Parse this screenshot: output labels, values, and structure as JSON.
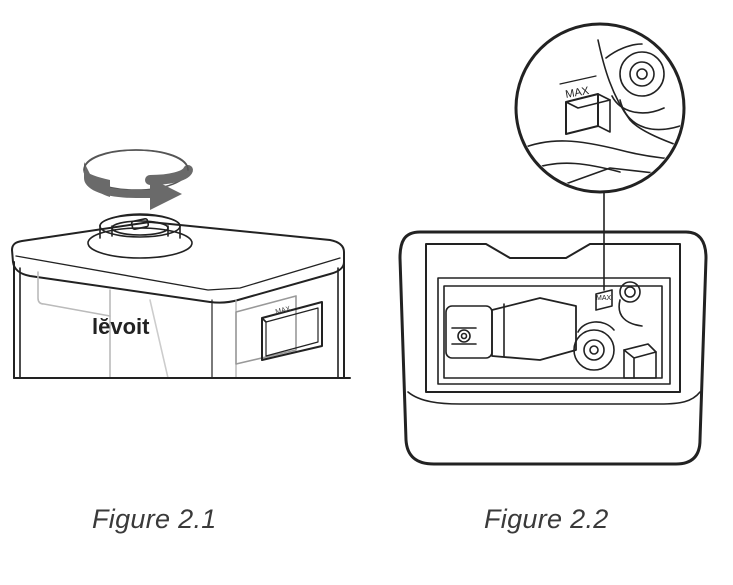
{
  "figures": [
    {
      "caption": "Figure 2.1",
      "brand_text": "lĕvoit",
      "rotation_direction": "counter-clockwise"
    },
    {
      "caption": "Figure 2.2",
      "max_label": "MAX",
      "max_label_zoom": "MAX"
    }
  ],
  "colors": {
    "line": "#222222",
    "caption": "#3a3a3a"
  }
}
